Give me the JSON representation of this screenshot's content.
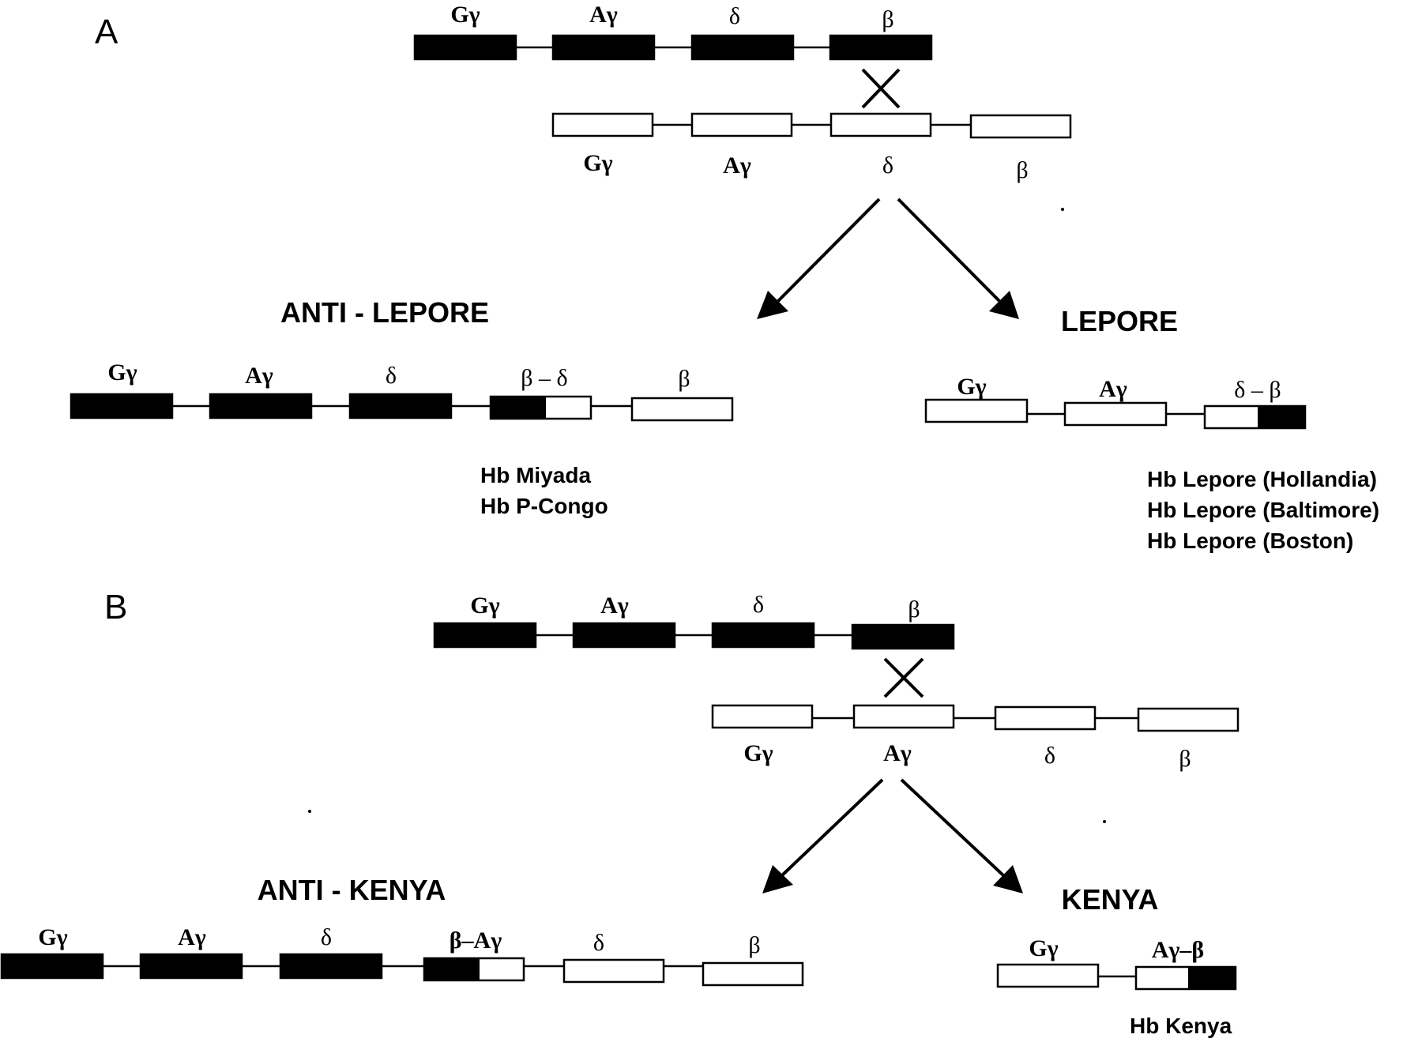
{
  "panels": {
    "A": {
      "letter": "A",
      "top_chromosome_labels": [
        "Gγ",
        "Aγ",
        "δ",
        "β"
      ],
      "bottom_chromosome_labels": [
        "Gγ",
        "Aγ",
        "δ",
        "β"
      ],
      "left_product": {
        "title": "ANTI - LEPORE",
        "gene_labels": [
          "Gγ",
          "Aγ",
          "δ",
          "β – δ",
          "β"
        ],
        "hemoglobins": [
          "Hb Miyada",
          "Hb P-Congo"
        ]
      },
      "right_product": {
        "title": "LEPORE",
        "gene_labels": [
          "Gγ",
          "Aγ",
          "δ – β"
        ],
        "hemoglobins": [
          "Hb Lepore (Hollandia)",
          "Hb Lepore (Baltimore)",
          "Hb Lepore (Boston)"
        ]
      }
    },
    "B": {
      "letter": "B",
      "top_chromosome_labels": [
        "Gγ",
        "Aγ",
        "δ",
        "β"
      ],
      "bottom_chromosome_labels": [
        "Gγ",
        "Aγ",
        "δ",
        "β"
      ],
      "left_product": {
        "title": "ANTI - KENYA",
        "gene_labels": [
          "Gγ",
          "Aγ",
          "δ",
          "β–Aγ",
          "δ",
          "β"
        ],
        "hemoglobins": []
      },
      "right_product": {
        "title": "KENYA",
        "gene_labels": [
          "Gγ",
          "Aγ–β"
        ],
        "hemoglobins": [
          "Hb Kenya"
        ]
      }
    }
  },
  "colors": {
    "filled": "#000000",
    "open": "#ffffff",
    "line": "#000000"
  }
}
